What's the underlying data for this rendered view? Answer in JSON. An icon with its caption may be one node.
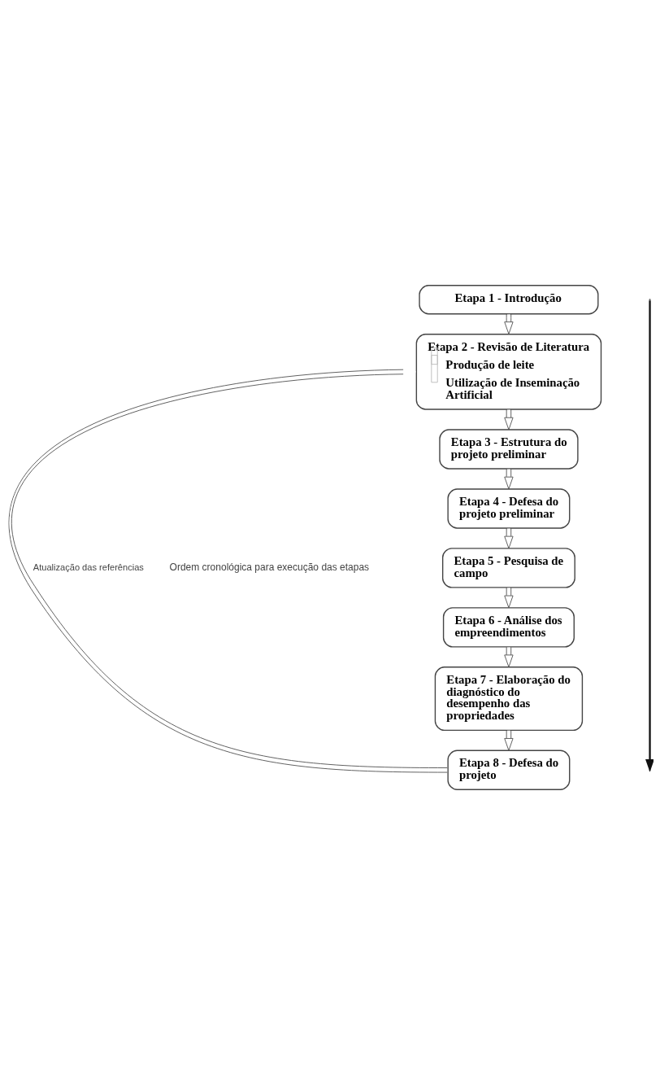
{
  "diagram": {
    "nodes": [
      {
        "text": [
          "Etapa 1 - Introdução"
        ]
      },
      {
        "text": [
          "Etapa 2 - Revisão de Literatura",
          "Produção de leite",
          "Utilização de Inseminação Artificial"
        ]
      },
      {
        "text": [
          "Etapa 3 - Estrutura do projeto preliminar"
        ]
      },
      {
        "text": [
          "Etapa 4 - Defesa do projeto preliminar"
        ]
      },
      {
        "text": [
          "Etapa 5 - Pesquisa de campo"
        ]
      },
      {
        "text": [
          "Etapa 6 - Análise dos empreendimentos"
        ]
      },
      {
        "text": [
          "Etapa 7 - Elaboração do diagnóstico do desempenho das propriedades"
        ]
      },
      {
        "text": [
          "Etapa 8 - Defesa do projeto"
        ]
      }
    ],
    "edges": [
      {
        "from": 0,
        "to": 1,
        "arrow": "to"
      },
      {
        "from": 1,
        "to": 2,
        "arrow": "to"
      },
      {
        "from": 2,
        "to": 3,
        "arrow": "to"
      },
      {
        "from": 3,
        "to": 4,
        "arrow": "to"
      },
      {
        "from": 4,
        "to": 5,
        "arrow": "to"
      },
      {
        "from": 5,
        "to": 6,
        "arrow": "to"
      },
      {
        "from": 6,
        "to": 7,
        "arrow": "to"
      },
      {
        "from": 7,
        "to": 1,
        "arrow": "to",
        "label": "Atualização das referências"
      }
    ],
    "labels": [
      "Ordem cronológica para execução das etapas"
    ]
  }
}
